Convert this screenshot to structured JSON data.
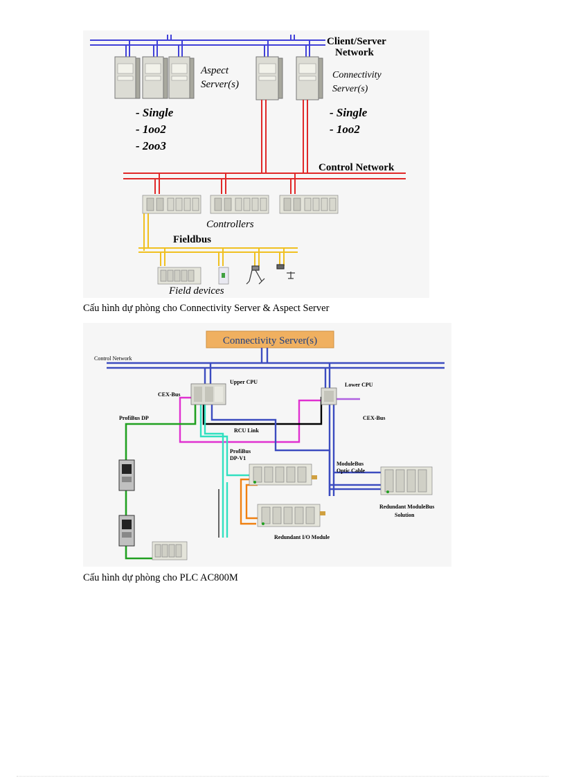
{
  "figure1": {
    "network_top": "Client/Server",
    "network_top_2": "Network",
    "aspect_label_1": "Aspect",
    "aspect_label_2": "Server(s)",
    "connectivity_label_1": "Connectivity",
    "connectivity_label_2": "Server(s)",
    "aspect_modes": [
      "- Single",
      "- 1oo2",
      "- 2oo3"
    ],
    "connectivity_modes": [
      "- Single",
      "- 1oo2"
    ],
    "control_network": "Control Network",
    "controllers": "Controllers",
    "fieldbus": "Fieldbus",
    "field_devices": "Field devices"
  },
  "caption1": "Cấu hình  dự phòng  cho Connectivity   Server & Aspect Server",
  "figure2": {
    "title": "Connectivity Server(s)",
    "control_network": "Control Network",
    "upper_cpu": "Upper CPU",
    "lower_cpu": "Lower CPU",
    "cex_bus_left": "CEX-Bus",
    "cex_bus_right": "CEX-Bus",
    "profibus_dp": "ProfiBus DP",
    "rcu_link": "RCU Link",
    "profibus_dpv1_1": "ProfiBus",
    "profibus_dpv1_2": "DP-V1",
    "modulebus_1": "ModuleBus",
    "modulebus_2": "Optic Cable",
    "redundant_io": "Redundant I/O Module",
    "redundant_mb_1": "Redundant ModuleBus",
    "redundant_mb_2": "Solution"
  },
  "caption2": "Cấu hình  dự phòng  cho PLC AC800M",
  "colors": {
    "client_server": "#4040d8",
    "control": "#e02828",
    "fieldbus": "#f0c020",
    "control_net2": "#3c4cc0",
    "magenta": "#e030d0",
    "green": "#20a020",
    "cyan": "#30e0c0",
    "black": "#000000",
    "orange": "#f08010",
    "title_box": "#f0b060"
  }
}
